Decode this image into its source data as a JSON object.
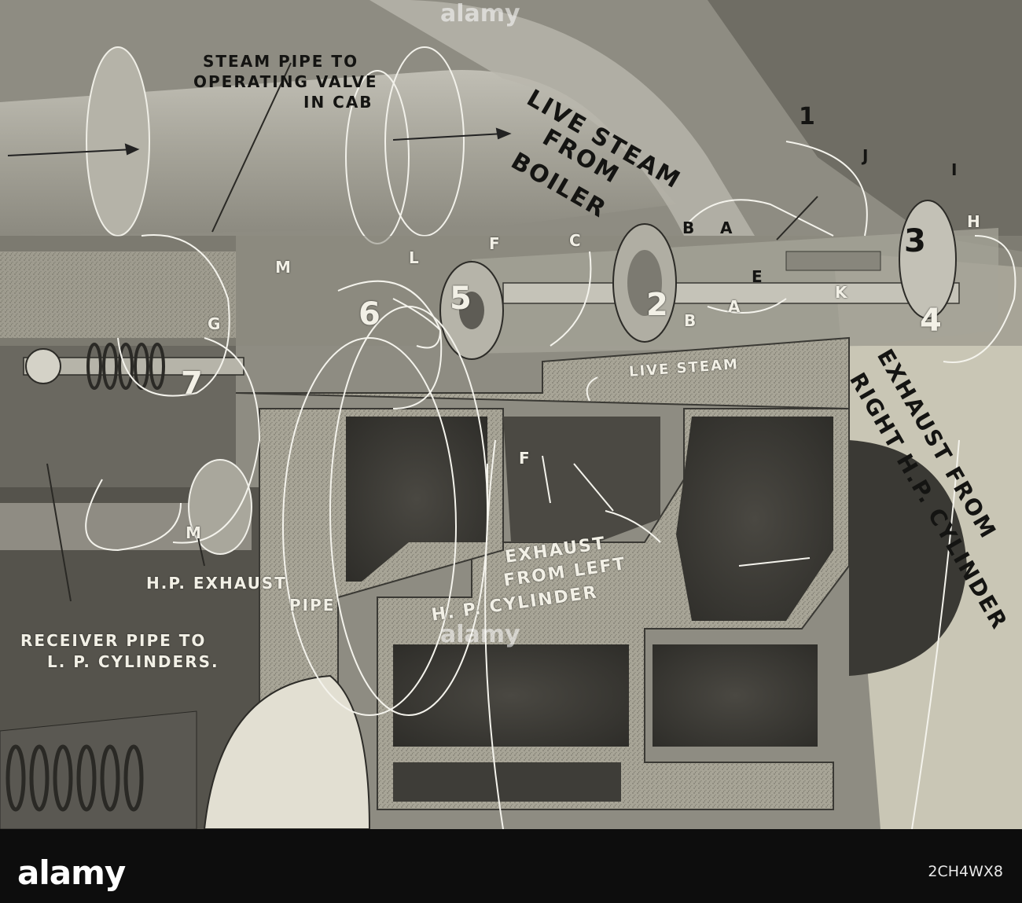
{
  "diagram": {
    "labels": {
      "steam_pipe": [
        "STEAM PIPE TO",
        "OPERATING VALVE",
        "IN CAB"
      ],
      "live_steam_boiler": [
        "LIVE STEAM",
        "FROM",
        "BOILER"
      ],
      "live_steam": "LIVE STEAM",
      "exhaust_right": [
        "EXHAUST FROM",
        "RIGHT H.P. CYLINDER"
      ],
      "exhaust_left": [
        "EXHAUST",
        "FROM LEFT",
        "H. P. CYLINDER"
      ],
      "hp_exhaust_pipe": [
        "H.P. EXHAUST",
        "PIPE"
      ],
      "receiver_pipe": [
        "RECEIVER PIPE TO",
        "L. P. CYLINDERS."
      ]
    },
    "numbers": [
      "1",
      "2",
      "3",
      "4",
      "5",
      "6",
      "7"
    ],
    "letters": [
      "A",
      "A",
      "B",
      "B",
      "C",
      "E",
      "F",
      "F",
      "G",
      "H",
      "I",
      "J",
      "K",
      "L",
      "M",
      "M"
    ]
  },
  "watermark": {
    "brand": "alamy",
    "image_id": "2CH4WX8"
  }
}
